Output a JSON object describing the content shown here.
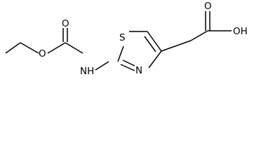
{
  "molecule": {
    "atoms": {
      "oxygen_ester": "O",
      "oxygen_carbonyl_carbamate": "O",
      "nitrogen_amine": "NH",
      "sulfur_ring": "S",
      "nitrogen_ring": "N",
      "oxygen_carbonyl_acid": "O",
      "hydroxyl": "OH"
    }
  }
}
